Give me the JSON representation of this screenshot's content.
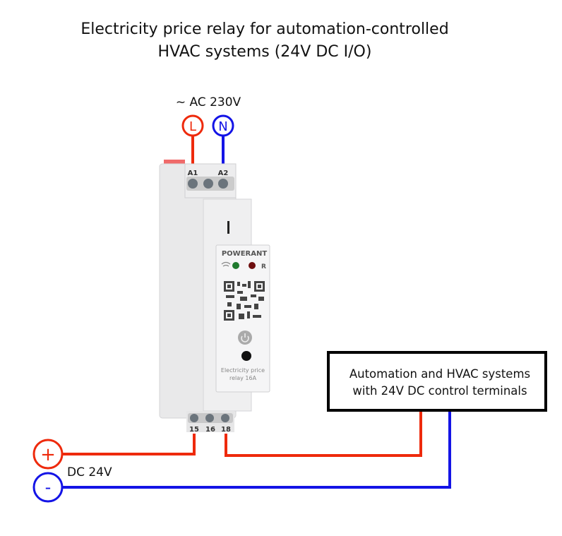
{
  "title": {
    "line1": "Electricity price relay for automation-controlled",
    "line2": "HVAC systems (24V DC I/O)"
  },
  "ac_supply": {
    "label": "~ AC 230V",
    "live_symbol": "L",
    "neutral_symbol": "N"
  },
  "device": {
    "brand": "POWERANT",
    "reset_label": "R",
    "product_line1": "Electricity price",
    "product_line2": "relay 16A",
    "top_terminals": [
      "A1",
      "A2"
    ],
    "bottom_terminals": [
      "15",
      "16",
      "18"
    ]
  },
  "dc_supply": {
    "label": "DC 24V",
    "plus_symbol": "+",
    "minus_symbol": "-"
  },
  "target_box": {
    "line1": "Automation and HVAC systems",
    "line2": "with 24V DC control terminals"
  },
  "colors": {
    "positive_wire": "#ee2a0c",
    "negative_wire": "#1414e6",
    "box_border": "#000000",
    "device_body": "#e9e9ea"
  }
}
